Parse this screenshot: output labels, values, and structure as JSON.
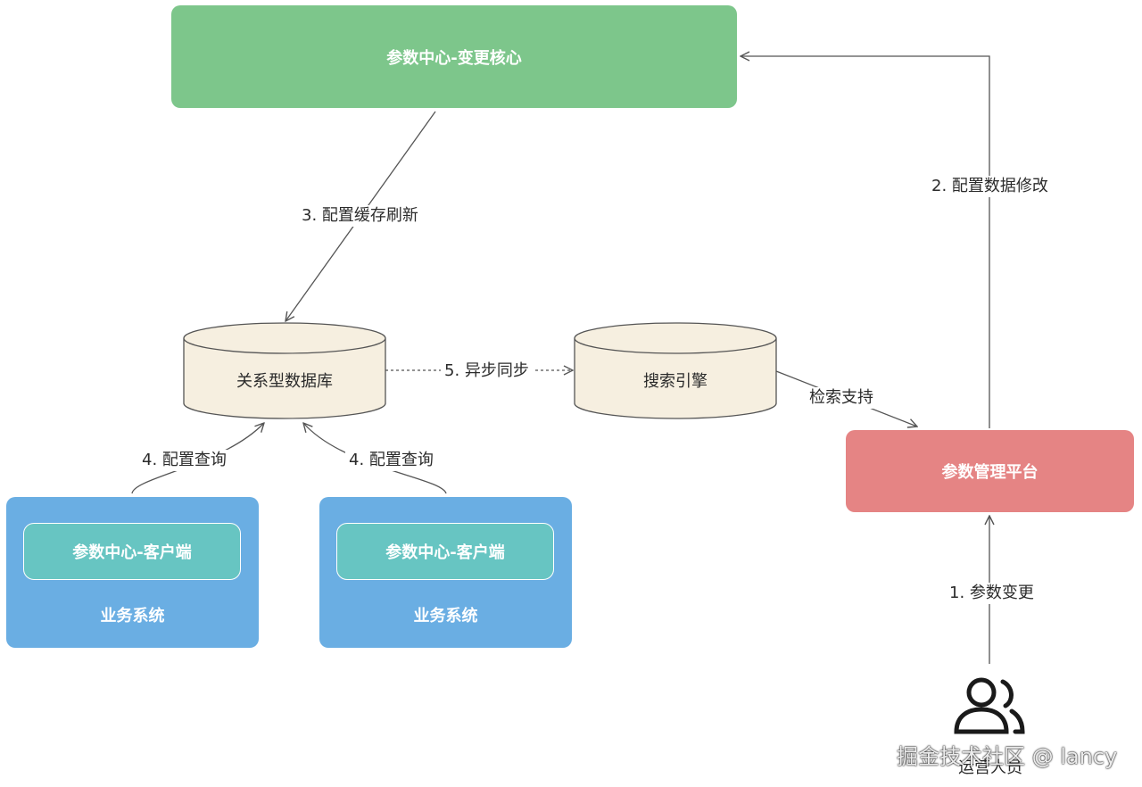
{
  "nodes": {
    "core": {
      "label": "参数中心-变更核心",
      "color": "#7dc68b"
    },
    "platform": {
      "label": "参数管理平台",
      "color": "#e58484"
    },
    "rdb": {
      "label": "关系型数据库",
      "color": "#f6efe0"
    },
    "search": {
      "label": "搜索引擎",
      "color": "#f6efe0"
    },
    "client_left": {
      "inner_label": "参数中心-客户端",
      "label": "业务系统",
      "color": "#6aaee3"
    },
    "client_right": {
      "inner_label": "参数中心-客户端",
      "label": "业务系统",
      "color": "#6aaee3"
    },
    "operator": {
      "label": "运营人员"
    }
  },
  "edges": {
    "step1": "1. 参数变更",
    "step2": "2. 配置数据修改",
    "step3": "3. 配置缓存刷新",
    "step4_left": "4. 配置查询",
    "step4_right": "4. 配置查询",
    "step5": "5. 异步同步",
    "search_support": "检索支持"
  },
  "watermark": "掘金技术社区 @ lancy"
}
